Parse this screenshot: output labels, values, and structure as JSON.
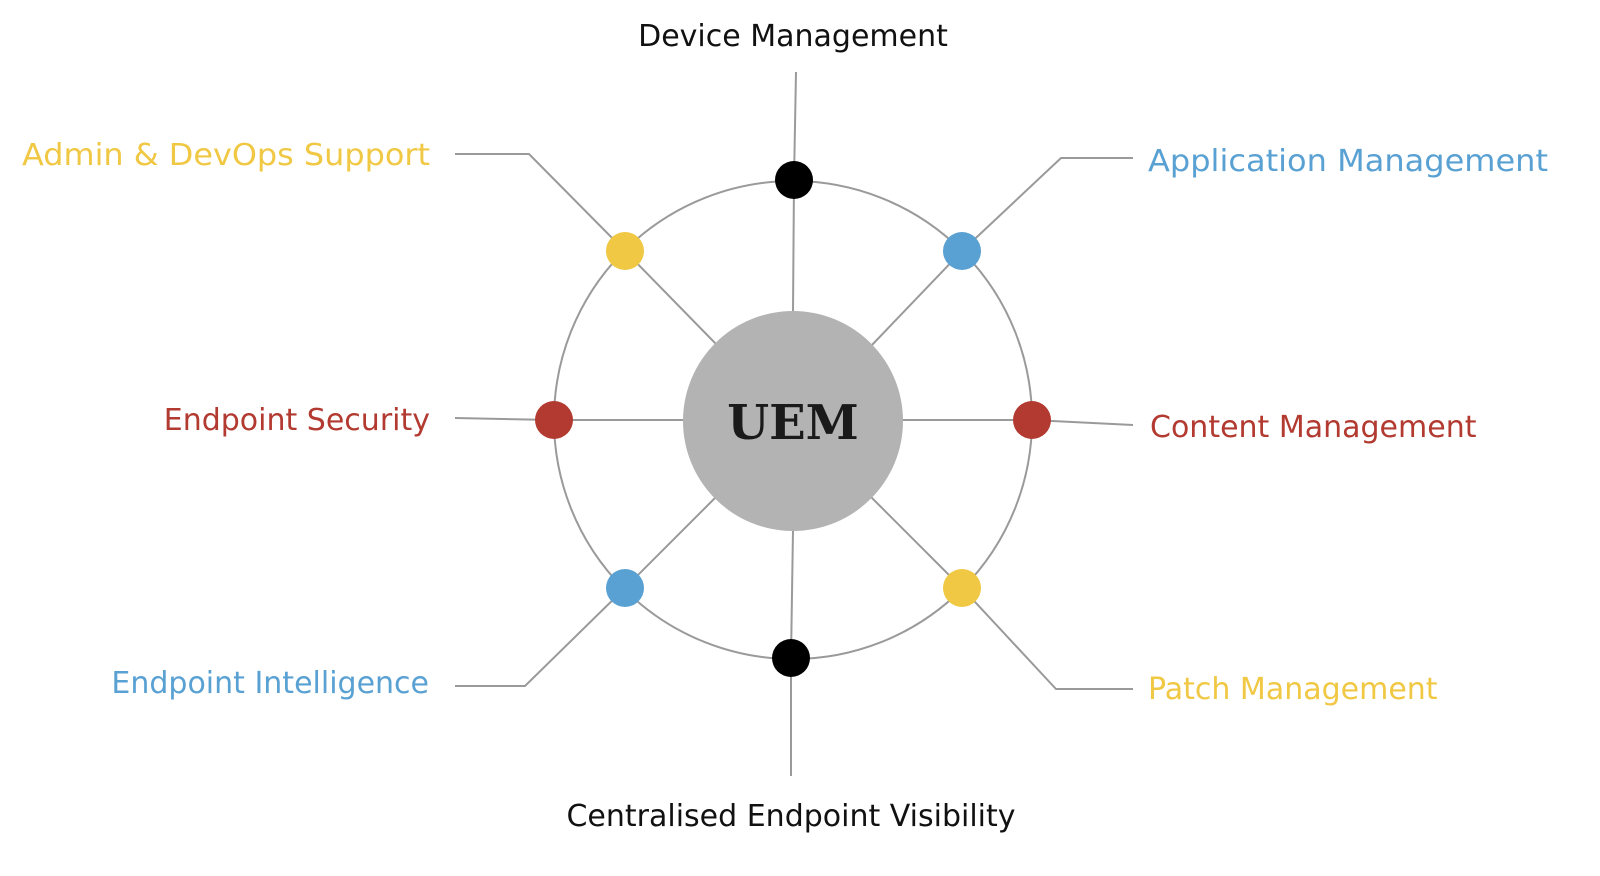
{
  "colors": {
    "black": "#000000",
    "yellow": "#f0c844",
    "blue": "#5aa1d3",
    "red": "#b23a30",
    "hub": "#b3b3b3",
    "line": "#9a9a9a"
  },
  "hub": {
    "label": "UEM"
  },
  "nodes": [
    {
      "id": "device-management",
      "label": "Device Management",
      "color": "black"
    },
    {
      "id": "application-management",
      "label": "Application Management",
      "color": "blue"
    },
    {
      "id": "content-management",
      "label": "Content Management",
      "color": "red"
    },
    {
      "id": "patch-management",
      "label": "Patch Management",
      "color": "yellow"
    },
    {
      "id": "centralised-endpoint-visibility",
      "label": "Centralised Endpoint Visibility",
      "color": "black"
    },
    {
      "id": "endpoint-intelligence",
      "label": "Endpoint Intelligence",
      "color": "blue"
    },
    {
      "id": "endpoint-security",
      "label": "Endpoint Security",
      "color": "red"
    },
    {
      "id": "admin-devops-support",
      "label": "Admin & DevOps Support",
      "color": "yellow"
    }
  ]
}
